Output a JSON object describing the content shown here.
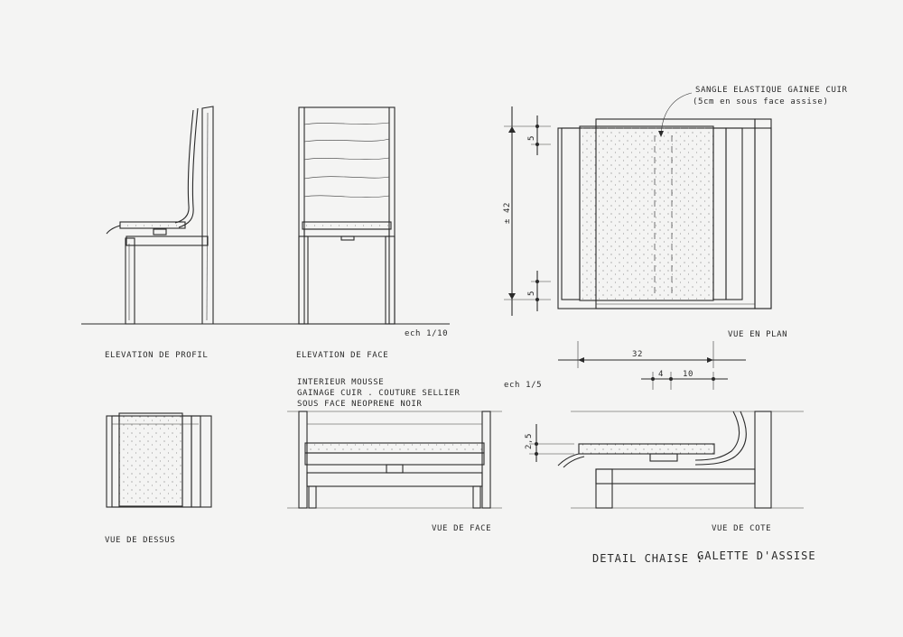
{
  "labels": {
    "elevation_profil": "ELEVATION DE PROFIL",
    "elevation_face": "ELEVATION DE FACE",
    "scale_1_10": "ech 1/10",
    "vue_en_plan": "VUE EN PLAN",
    "vue_dessus": "VUE DE DESSUS",
    "vue_face": "VUE DE FACE",
    "vue_cote": "VUE DE COTE",
    "scale_1_5": "ech 1/5"
  },
  "notes": {
    "sangle_line1": "SANGLE ELASTIQUE GAINEE CUIR",
    "sangle_line2": "(5cm en sous face assise)",
    "interieur_line1": "INTERIEUR MOUSSE",
    "interieur_line2": "GAINAGE CUIR . COUTURE SELLIER",
    "interieur_line3": "SOUS FACE NEOPRENE NOIR"
  },
  "dimensions": {
    "plan_top": "5",
    "plan_height": "± 42",
    "plan_bottom": "5",
    "width_total": "32",
    "width_a": "4",
    "width_b": "10",
    "cushion_thickness": "2,5"
  },
  "title_block": {
    "left": "DETAIL CHAISE :",
    "right": "GALETTE D'ASSISE"
  },
  "colors": {
    "ink": "#2a2a2a",
    "paper": "#f4f4f3"
  }
}
